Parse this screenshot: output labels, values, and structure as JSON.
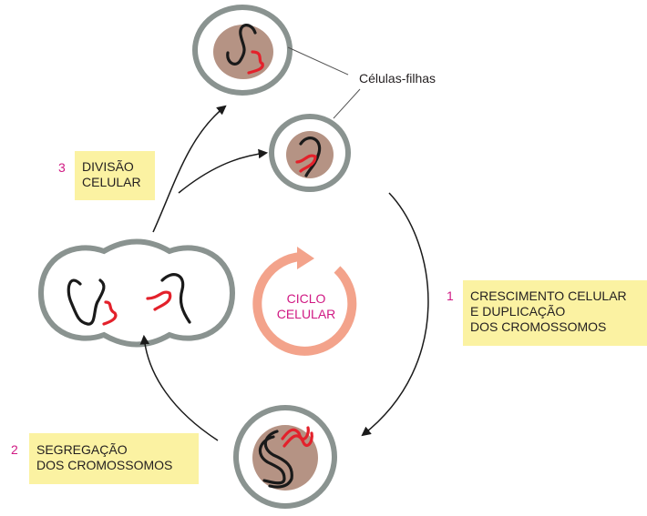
{
  "colors": {
    "cell_border": "#8a9390",
    "nucleus": "#b59384",
    "chromosome_black": "#1a1a1a",
    "chromosome_red": "#e3212b",
    "cycle_arrow": "#f3a38b",
    "label_box": "#fbf2a2",
    "number_text": "#d01983",
    "cycle_text": "#d01983"
  },
  "cells_label": "Células-filhas",
  "center": {
    "line1": "CICLO",
    "line2": "CELULAR"
  },
  "steps": [
    {
      "number": "1",
      "line1": "CRESCIMENTO CELULAR",
      "line2": "E DUPLICAÇÃO",
      "line3": "DOS CROMOSSOMOS"
    },
    {
      "number": "2",
      "line1": "SEGREGAÇÃO",
      "line2": "DOS CROMOSSOMOS"
    },
    {
      "number": "3",
      "line1": "DIVISÃO",
      "line2": "CELULAR"
    }
  ]
}
